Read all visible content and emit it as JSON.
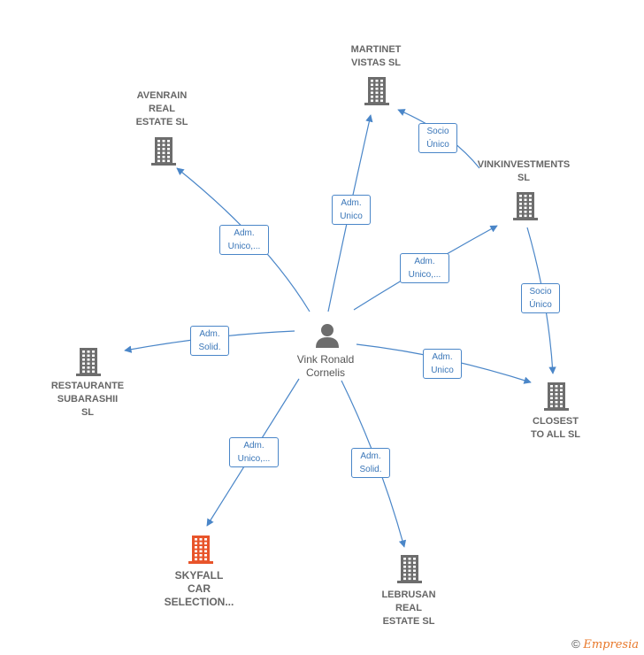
{
  "center": {
    "name": "Vink Ronald\nCornelis"
  },
  "companies": [
    {
      "id": "martinet",
      "name": "MARTINET\nVISTAS SL",
      "color": "#6d6d6d"
    },
    {
      "id": "avenrain",
      "name": "AVENRAIN\nREAL\nESTATE SL",
      "color": "#6d6d6d"
    },
    {
      "id": "vinkinvestments",
      "name": "VINKINVESTMENTS\nSL",
      "color": "#6d6d6d"
    },
    {
      "id": "restaurante",
      "name": "RESTAURANTE\nSUBARASHII\nSL",
      "color": "#6d6d6d"
    },
    {
      "id": "closest",
      "name": "CLOSEST\nTO ALL SL",
      "color": "#6d6d6d"
    },
    {
      "id": "skyfall",
      "name": "SKYFALL\nCAR\nSELECTION...",
      "color": "#e8542a"
    },
    {
      "id": "lebrusan",
      "name": "LEBRUSAN\nREAL\nESTATE SL",
      "color": "#6d6d6d"
    }
  ],
  "edges": [
    {
      "from": "center",
      "to": "martinet",
      "label": "Adm.\nUnico"
    },
    {
      "from": "center",
      "to": "avenrain",
      "label": "Adm.\nUnico,..."
    },
    {
      "from": "center",
      "to": "vinkinvestments",
      "label": "Adm.\nUnico,..."
    },
    {
      "from": "center",
      "to": "restaurante",
      "label": "Adm.\nSolid."
    },
    {
      "from": "center",
      "to": "closest",
      "label": "Adm.\nUnico"
    },
    {
      "from": "center",
      "to": "skyfall",
      "label": "Adm.\nUnico,..."
    },
    {
      "from": "center",
      "to": "lebrusan",
      "label": "Adm.\nSolid."
    },
    {
      "from": "vinkinvestments",
      "to": "martinet",
      "label": "Socio\nÚnico"
    },
    {
      "from": "vinkinvestments",
      "to": "closest",
      "label": "Socio\nÚnico"
    }
  ],
  "colors": {
    "edge": "#4a86c8",
    "person": "#6d6d6d"
  },
  "footer": {
    "copyright": "©",
    "brand": "Empresia"
  }
}
